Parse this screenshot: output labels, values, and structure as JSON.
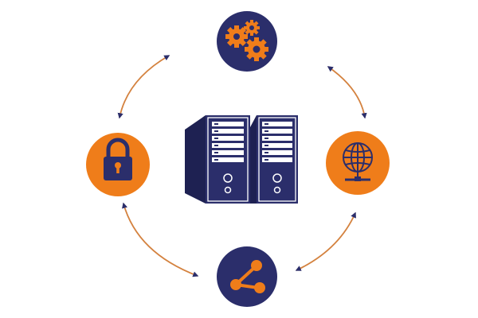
{
  "diagram": {
    "center": {
      "icon": "server-rack-icon"
    },
    "nodes": [
      {
        "id": "settings",
        "icon": "gears-icon",
        "fill": "#2b2e6b"
      },
      {
        "id": "network",
        "icon": "globe-network-icon",
        "fill": "#ef7d1a"
      },
      {
        "id": "share",
        "icon": "share-icon",
        "fill": "#2b2e6b"
      },
      {
        "id": "security",
        "icon": "padlock-icon",
        "fill": "#ef7d1a"
      }
    ],
    "connectors": [
      {
        "from": "settings",
        "to": "security",
        "style": "double-arrow"
      },
      {
        "from": "settings",
        "to": "network",
        "style": "double-arrow"
      },
      {
        "from": "network",
        "to": "share",
        "style": "double-arrow"
      },
      {
        "from": "security",
        "to": "share",
        "style": "double-arrow"
      }
    ]
  },
  "colors": {
    "navy": "#2b2e6b",
    "orange": "#ef7d1a",
    "arc": "#d4823f",
    "arrowhead": "#2b2e6b",
    "background": "#ffffff",
    "server_front": "#2b2e6b",
    "server_side": "#1e2152",
    "server_detail": "#ffffff"
  }
}
